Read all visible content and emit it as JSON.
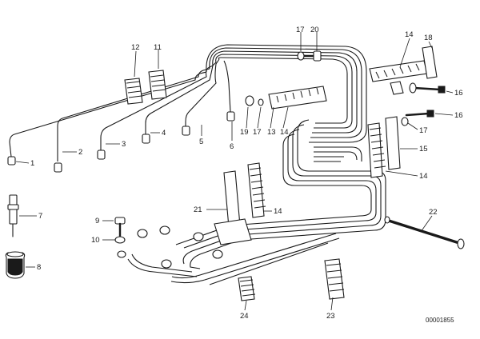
{
  "diagram": {
    "code": "00001855",
    "callouts": [
      "1",
      "2",
      "3",
      "4",
      "5",
      "6",
      "7",
      "8",
      "9",
      "10",
      "11",
      "12",
      "13",
      "14",
      "15",
      "16",
      "17",
      "18",
      "19",
      "20",
      "21",
      "22",
      "23",
      "24"
    ],
    "labels": {
      "l1": "1",
      "l2": "2",
      "l3": "3",
      "l4": "4",
      "l5": "5",
      "l6": "6",
      "l7": "7",
      "l8": "8",
      "l9": "9",
      "l10": "10",
      "l11": "11",
      "l12": "12",
      "l13": "13",
      "l14a": "14",
      "l14b": "14",
      "l14c": "14",
      "l14d": "14",
      "l15": "15",
      "l16a": "16",
      "l16b": "16",
      "l17a": "17",
      "l17b": "17",
      "l17c": "17",
      "l18": "18",
      "l19": "19",
      "l20": "20",
      "l21": "21",
      "l22": "22",
      "l23": "23",
      "l24": "24"
    }
  }
}
